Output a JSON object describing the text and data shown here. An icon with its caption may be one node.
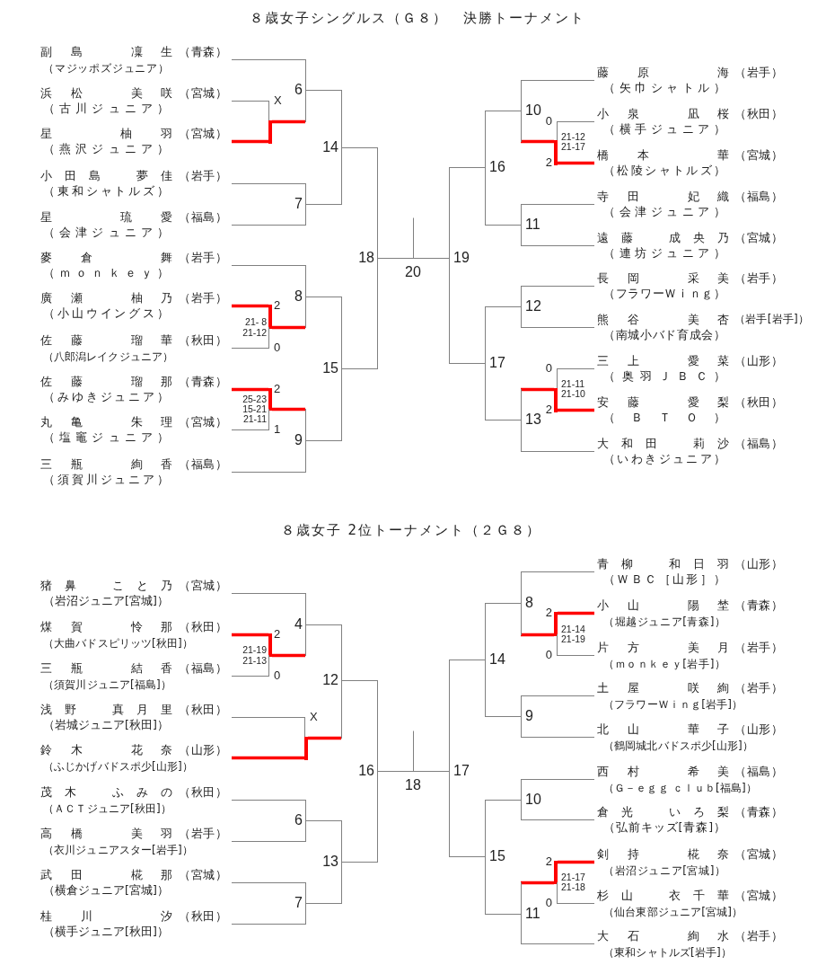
{
  "diagram": {
    "title": "８歳女子シングルス（Ｇ８）　決勝トーナメント",
    "nodes": [
      {
        "text": [
          "副島　凜生",
          "（青森）",
          "（マジッポズジュニア）"
        ]
      },
      {
        "text": [
          "浜松　美咲",
          "（宮城）",
          "（古川ジュニア）"
        ]
      },
      {
        "text": [
          "星　柚羽",
          "（宮城）",
          "（燕沢ジュニア）"
        ]
      },
      {
        "text": [
          "小田島　夢佳",
          "（岩手）",
          "（東和シャトルズ）"
        ]
      },
      {
        "text": [
          "星　琉愛",
          "（福島）",
          "（会津ジュニア）"
        ]
      },
      {
        "text": [
          "麥倉　舞",
          "（岩手）",
          "（ｍｏｎｋｅｙ）"
        ]
      },
      {
        "text": [
          "廣瀬　柚乃",
          "（岩手）",
          "（小山ウイングス）"
        ]
      },
      {
        "text": [
          "佐藤　瑠華",
          "（秋田）",
          "（八郎潟レイクジュニア）"
        ]
      },
      {
        "text": [
          "佐藤　瑠那",
          "（青森）",
          "（みゆきジュニア）"
        ]
      },
      {
        "text": [
          "丸亀　朱理",
          "（宮城）",
          "（塩竈ジュニア）"
        ]
      },
      {
        "text": [
          "三瓶　絢香",
          "（福島）",
          "（須賀川ジュニア）"
        ]
      },
      {
        "text": [
          "6"
        ]
      },
      {
        "text": [
          "7"
        ]
      },
      {
        "text": [
          "8"
        ]
      },
      {
        "text": [
          "9"
        ]
      },
      {
        "text": [
          "14"
        ]
      },
      {
        "text": [
          "15"
        ]
      },
      {
        "text": [
          "18"
        ]
      },
      {
        "text": [
          "20"
        ]
      },
      {
        "text": [
          "19"
        ]
      },
      {
        "text": [
          "16"
        ]
      },
      {
        "text": [
          "17"
        ]
      },
      {
        "text": [
          "10"
        ]
      },
      {
        "text": [
          "11"
        ]
      },
      {
        "text": [
          "12"
        ]
      },
      {
        "text": [
          "13"
        ]
      },
      {
        "text": [
          "藤原　海",
          "（岩手）",
          "（矢巾シャトル）"
        ]
      },
      {
        "text": [
          "小泉　凪桜",
          "（秋田）",
          "（横手ジュニア）"
        ]
      },
      {
        "text": [
          "橋本　華",
          "（宮城）",
          "（松陵シャトルズ）"
        ]
      },
      {
        "text": [
          "寺田　妃織",
          "（福島）",
          "（会津ジュニア）"
        ]
      },
      {
        "text": [
          "遠藤　成央乃",
          "（宮城）",
          "（連坊ジュニア）"
        ]
      },
      {
        "text": [
          "長岡　采美",
          "（岩手）",
          "（フラワーＷｉｎｇ）"
        ]
      },
      {
        "text": [
          "熊谷　美杏",
          "（岩手[岩手]）",
          "（南城小バド育成会）"
        ]
      },
      {
        "text": [
          "三上　愛菜",
          "（山形）",
          "（奥羽ＪＢＣ）"
        ]
      },
      {
        "text": [
          "安藤　愛梨",
          "（秋田）",
          "（ＢＴＯ）"
        ]
      },
      {
        "text": [
          "大和田　莉沙",
          "（福島）",
          "（いわきジュニア）"
        ]
      },
      {
        "text": [
          "猪鼻　こと乃",
          "（宮城）",
          "（岩沼ジュニア[宮城]）"
        ]
      },
      {
        "text": [
          "煤賀　怜那",
          "（秋田）",
          "（大曲バドスピリッツ[秋田]）"
        ]
      },
      {
        "text": [
          "三瓶　結香",
          "（福島）",
          "（須賀川ジュニア[福島]）"
        ]
      },
      {
        "text": [
          "浅野　真月里",
          "（秋田）",
          "（岩城ジュニア[秋田]）"
        ]
      },
      {
        "text": [
          "鈴木　花奈",
          "（山形）",
          "（ふじかげバドスポ少[山形]）"
        ]
      },
      {
        "text": [
          "茂木　ふみの",
          "（秋田）",
          "（ＡＣＴジュニア[秋田]）"
        ]
      },
      {
        "text": [
          "高橋　美羽",
          "（岩手）",
          "（衣川ジュニアスター[岩手]）"
        ]
      },
      {
        "text": [
          "武田　椛那",
          "（宮城）",
          "（横倉ジュニア[宮城]）"
        ]
      },
      {
        "text": [
          "桂川　汐",
          "（秋田）",
          "（横手ジュニア[秋田]）"
        ]
      },
      {
        "text": [
          "4"
        ]
      },
      {
        "text": [
          "6"
        ]
      },
      {
        "text": [
          "7"
        ]
      },
      {
        "text": [
          "12"
        ]
      },
      {
        "text": [
          "13"
        ]
      },
      {
        "text": [
          "16"
        ]
      },
      {
        "text": [
          "18"
        ]
      },
      {
        "text": [
          "17"
        ]
      },
      {
        "text": [
          "14"
        ]
      },
      {
        "text": [
          "15"
        ]
      },
      {
        "text": [
          "8"
        ]
      },
      {
        "text": [
          "9"
        ]
      },
      {
        "text": [
          "10"
        ]
      },
      {
        "text": [
          "11"
        ]
      },
      {
        "text": [
          "青柳　和日羽",
          "（山形）",
          "（ＷＢＣ［山形］）"
        ]
      },
      {
        "text": [
          "小山　陽埜",
          "（青森）",
          "（堀越ジュニア[青森]）"
        ]
      },
      {
        "text": [
          "片方　美月",
          "（岩手）",
          "（ｍｏｎｋｅｙ[岩手]）"
        ]
      },
      {
        "text": [
          "土屋　咲絢",
          "（岩手）",
          "（フラワーＷｉｎｇ[岩手]）"
        ]
      },
      {
        "text": [
          "北山　華子",
          "（山形）",
          "（鶴岡城北バドスポ少[山形]）"
        ]
      },
      {
        "text": [
          "西村　希美",
          "（福島）",
          "（Ｇ－ｅｇｇ ｃｌｕｂ[福島]）"
        ]
      },
      {
        "text": [
          "倉光　いろ梨",
          "（青森）",
          "（弘前キッズ[青森]）"
        ]
      },
      {
        "text": [
          "剣持　椛奈",
          "（宮城）",
          "（岩沼ジュニア[宮城]）"
        ]
      },
      {
        "text": [
          "杉山　衣千華",
          "（宮城）",
          "（仙台東部ジュニア[宮城]）"
        ]
      },
      {
        "text": [
          "大石　絢水",
          "（岩手）",
          "（東和シャトルズ[岩手]）"
        ]
      },
      {
        "text": [],
        "shape": "bar"
      },
      {
        "text": [],
        "shape": "bar"
      },
      {
        "text": [],
        "shape": "bar"
      },
      {
        "text": [],
        "shape": "bar"
      },
      {
        "text": [],
        "shape": "bar"
      },
      {
        "text": [],
        "shape": "bar"
      },
      {
        "text": [],
        "shape": "bar"
      },
      {
        "text": [],
        "shape": "bar"
      },
      {
        "text": [],
        "shape": "bar"
      }
    ],
    "edges": [
      {
        "from": 0,
        "to": 11,
        "arrow": "none"
      },
      {
        "from": 1,
        "to": 69,
        "arrow": "none",
        "label": "X"
      },
      {
        "from": 2,
        "to": 69,
        "arrow": "none",
        "style": "thick",
        "color": "#ff0000"
      },
      {
        "from": 69,
        "to": 11,
        "arrow": "none",
        "style": "thick",
        "color": "#ff0000"
      },
      {
        "from": 3,
        "to": 12,
        "arrow": "none"
      },
      {
        "from": 4,
        "to": 12,
        "arrow": "none"
      },
      {
        "from": 5,
        "to": 13,
        "arrow": "none"
      },
      {
        "from": 6,
        "to": 70,
        "arrow": "none",
        "label": "2",
        "style": "thick",
        "color": "#ff0000"
      },
      {
        "from": 7,
        "to": 70,
        "arrow": "none",
        "label": "0"
      },
      {
        "from": 70,
        "to": 13,
        "arrow": "none",
        "style": "thick",
        "color": "#ff0000"
      },
      {
        "from": 8,
        "to": 71,
        "arrow": "none",
        "label": "2",
        "style": "thick",
        "color": "#ff0000"
      },
      {
        "from": 9,
        "to": 71,
        "arrow": "none",
        "label": "1"
      },
      {
        "from": 71,
        "to": 14,
        "arrow": "none",
        "style": "thick",
        "color": "#ff0000"
      },
      {
        "from": 10,
        "to": 14,
        "arrow": "none"
      },
      {
        "from": 11,
        "to": 15,
        "arrow": "none"
      },
      {
        "from": 12,
        "to": 15,
        "arrow": "none"
      },
      {
        "from": 13,
        "to": 16,
        "arrow": "none"
      },
      {
        "from": 14,
        "to": 16,
        "arrow": "none"
      },
      {
        "from": 15,
        "to": 17,
        "arrow": "none"
      },
      {
        "from": 16,
        "to": 17,
        "arrow": "none"
      },
      {
        "from": 17,
        "to": 18,
        "arrow": "none"
      },
      {
        "from": 19,
        "to": 18,
        "arrow": "none"
      },
      {
        "from": 18,
        "to": null,
        "arrow": "none"
      },
      {
        "from": 20,
        "to": 19,
        "arrow": "none"
      },
      {
        "from": 21,
        "to": 19,
        "arrow": "none"
      },
      {
        "from": 22,
        "to": 20,
        "arrow": "none"
      },
      {
        "from": 23,
        "to": 20,
        "arrow": "none"
      },
      {
        "from": 24,
        "to": 21,
        "arrow": "none"
      },
      {
        "from": 25,
        "to": 21,
        "arrow": "none"
      },
      {
        "from": 26,
        "to": 22,
        "arrow": "none"
      },
      {
        "from": 27,
        "to": 72,
        "arrow": "none",
        "label": "0"
      },
      {
        "from": 28,
        "to": 72,
        "arrow": "none",
        "label": "2",
        "style": "thick",
        "color": "#ff0000"
      },
      {
        "from": 72,
        "to": 22,
        "arrow": "none",
        "style": "thick",
        "color": "#ff0000"
      },
      {
        "from": 29,
        "to": 23,
        "arrow": "none"
      },
      {
        "from": 30,
        "to": 23,
        "arrow": "none"
      },
      {
        "from": 31,
        "to": 24,
        "arrow": "none"
      },
      {
        "from": 32,
        "to": 24,
        "arrow": "none"
      },
      {
        "from": 33,
        "to": 73,
        "arrow": "none",
        "label": "0"
      },
      {
        "from": 34,
        "to": 73,
        "arrow": "none",
        "label": "2",
        "style": "thick",
        "color": "#ff0000"
      },
      {
        "from": 73,
        "to": 25,
        "arrow": "none",
        "style": "thick",
        "color": "#ff0000"
      },
      {
        "from": 35,
        "to": 25,
        "arrow": "none"
      },
      {
        "from": 36,
        "to": 45,
        "arrow": "none"
      },
      {
        "from": 37,
        "to": 74,
        "arrow": "none",
        "label": "2",
        "style": "thick",
        "color": "#ff0000"
      },
      {
        "from": 38,
        "to": 74,
        "arrow": "none",
        "label": "0"
      },
      {
        "from": 74,
        "to": 45,
        "arrow": "none",
        "style": "thick",
        "color": "#ff0000"
      },
      {
        "from": 39,
        "to": 75,
        "arrow": "none",
        "label": "X"
      },
      {
        "from": 40,
        "to": 75,
        "arrow": "none",
        "style": "thick",
        "color": "#ff0000"
      },
      {
        "from": 75,
        "to": 48,
        "arrow": "none",
        "style": "thick",
        "color": "#ff0000"
      },
      {
        "from": 41,
        "to": 46,
        "arrow": "none"
      },
      {
        "from": 42,
        "to": 46,
        "arrow": "none"
      },
      {
        "from": 43,
        "to": 47,
        "arrow": "none"
      },
      {
        "from": 44,
        "to": 47,
        "arrow": "none"
      },
      {
        "from": 45,
        "to": 48,
        "arrow": "none"
      },
      {
        "from": 46,
        "to": 49,
        "arrow": "none"
      },
      {
        "from": 47,
        "to": 49,
        "arrow": "none"
      },
      {
        "from": 48,
        "to": 50,
        "arrow": "none"
      },
      {
        "from": 49,
        "to": 50,
        "arrow": "none"
      },
      {
        "from": 50,
        "to": 51,
        "arrow": "none"
      },
      {
        "from": 52,
        "to": 51,
        "arrow": "none"
      },
      {
        "from": 51,
        "to": null,
        "arrow": "none"
      },
      {
        "from": 53,
        "to": 52,
        "arrow": "none"
      },
      {
        "from": 54,
        "to": 52,
        "arrow": "none"
      },
      {
        "from": 55,
        "to": 53,
        "arrow": "none"
      },
      {
        "from": 56,
        "to": 53,
        "arrow": "none"
      },
      {
        "from": 57,
        "to": 54,
        "arrow": "none"
      },
      {
        "from": 58,
        "to": 54,
        "arrow": "none"
      },
      {
        "from": 59,
        "to": 55,
        "arrow": "none"
      },
      {
        "from": 60,
        "to": 76,
        "arrow": "none",
        "label": "2",
        "style": "thick",
        "color": "#ff0000"
      },
      {
        "from": 61,
        "to": 76,
        "arrow": "none",
        "label": "0"
      },
      {
        "from": 76,
        "to": 55,
        "arrow": "none",
        "style": "thick",
        "color": "#ff0000"
      },
      {
        "from": 62,
        "to": 56,
        "arrow": "none"
      },
      {
        "from": 63,
        "to": 56,
        "arrow": "none"
      },
      {
        "from": 64,
        "to": 57,
        "arrow": "none"
      },
      {
        "from": 65,
        "to": 57,
        "arrow": "none"
      },
      {
        "from": 66,
        "to": 77,
        "arrow": "none",
        "label": "2",
        "style": "thick",
        "color": "#ff0000"
      },
      {
        "from": 67,
        "to": 77,
        "arrow": "none",
        "label": "0"
      },
      {
        "from": 77,
        "to": 58,
        "arrow": "none",
        "style": "thick",
        "color": "#ff0000"
      },
      {
        "from": 68,
        "to": 58,
        "arrow": "none"
      }
    ],
    "labels": [
      "21-12",
      "21-17",
      "21- 8",
      "21-12",
      "21-11",
      "21-10",
      "25-23",
      "15-21",
      "21-11",
      "８歳女子 2位トーナメント（２Ｇ８）",
      "21-14",
      "21-19",
      "21-19",
      "21-13",
      "21-17",
      "21-18"
    ]
  }
}
